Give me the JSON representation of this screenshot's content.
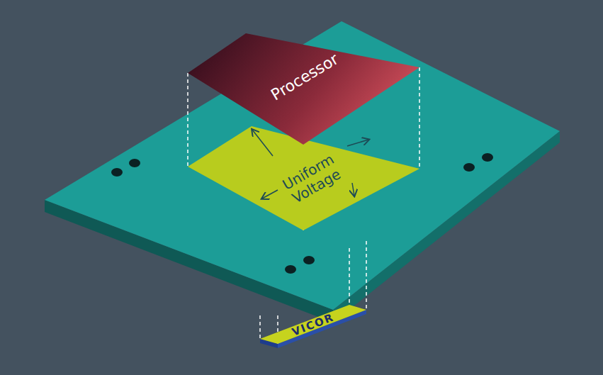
{
  "diagram": {
    "nodes": [
      {
        "text": [
          "Processor"
        ]
      },
      {
        "text": [
          "Uniform Voltage"
        ]
      },
      {
        "text": [
          "VICOR"
        ]
      }
    ]
  }
}
